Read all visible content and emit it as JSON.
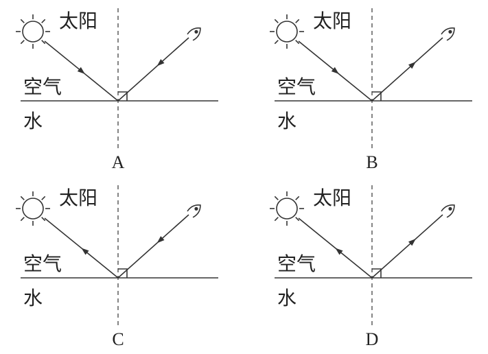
{
  "labels": {
    "sun": "太阳",
    "air": "空气",
    "water": "水"
  },
  "panels": [
    {
      "option": "A",
      "sun_ray_direction": "toward-surface",
      "eye_ray_direction": "toward-surface"
    },
    {
      "option": "B",
      "sun_ray_direction": "toward-surface",
      "eye_ray_direction": "toward-eye"
    },
    {
      "option": "C",
      "sun_ray_direction": "toward-sun",
      "eye_ray_direction": "toward-surface"
    },
    {
      "option": "D",
      "sun_ray_direction": "toward-sun",
      "eye_ray_direction": "toward-eye"
    }
  ],
  "icons": [
    "sun-icon",
    "eye-icon",
    "right-angle-mark"
  ],
  "colors": {
    "ink": "#333333",
    "background": "#ffffff"
  }
}
